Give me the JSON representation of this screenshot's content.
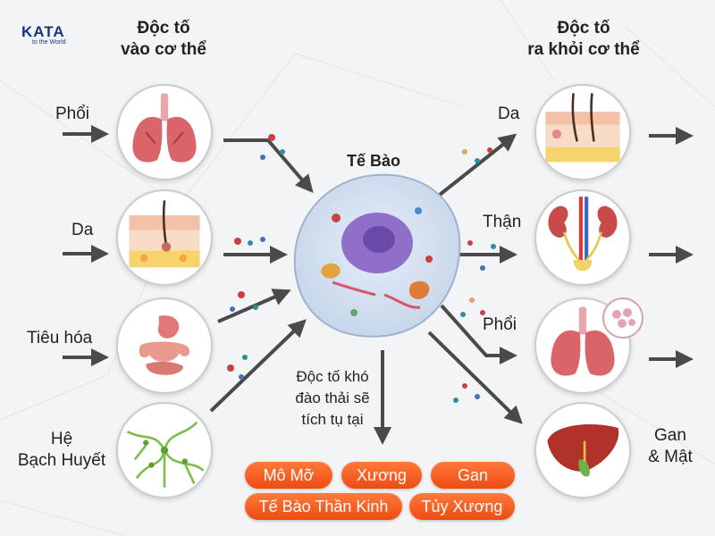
{
  "logo": {
    "brand": "KATA",
    "tagline": "to the World"
  },
  "left_heading": [
    "Độc tố",
    "vào cơ thể"
  ],
  "right_heading": [
    "Độc tố",
    "ra khỏi cơ thể"
  ],
  "center_title": "Tế Bào",
  "entry_sources": [
    {
      "label": "Phổi",
      "icon": "lungs-icon"
    },
    {
      "label": "Da",
      "icon": "skin-icon"
    },
    {
      "label": "Tiêu hóa",
      "icon": "digestive-icon"
    },
    {
      "label": [
        "Hệ",
        "Bạch Huyết"
      ],
      "icon": "lymph-icon"
    }
  ],
  "exit_routes": [
    {
      "label": "Da",
      "icon": "skin-icon"
    },
    {
      "label": "Thận",
      "icon": "kidney-icon"
    },
    {
      "label": "Phổi",
      "icon": "lungs-icon"
    },
    {
      "label": [
        "Gan",
        "& Mật"
      ],
      "icon": "liver-icon"
    }
  ],
  "accumulation": {
    "text": [
      "Độc tố khó",
      "đào thải sẽ",
      "tích tụ tại"
    ],
    "sites": [
      "Mô Mỡ",
      "Xương",
      "Gan",
      "Tế Bào Thần Kinh",
      "Tủy Xương"
    ]
  },
  "colors": {
    "arrow": "#4a4a4a",
    "pill": "#f05a1e",
    "brand": "#17347d",
    "organ": "#d9646a"
  }
}
